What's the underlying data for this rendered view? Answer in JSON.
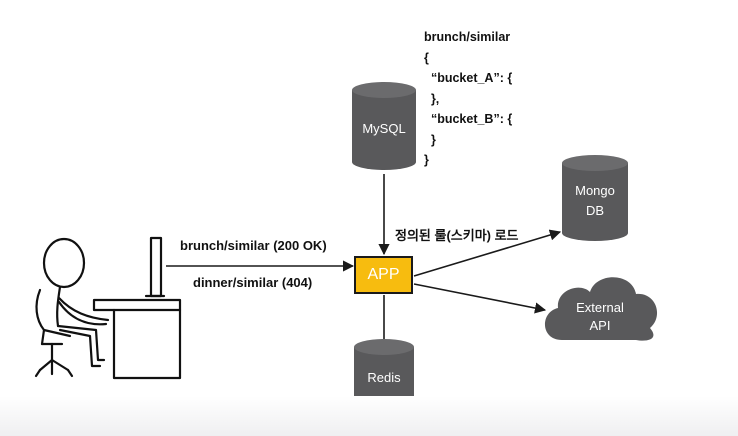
{
  "code_block": {
    "lines": [
      "brunch/similar",
      "{",
      "  “bucket_A”: {",
      "  },",
      "  “bucket_B”: {",
      "  }",
      "}"
    ]
  },
  "nodes": {
    "mysql": "MySQL",
    "mongo_line1": "Mongo",
    "mongo_line2": "DB",
    "external_line1": "External",
    "external_line2": "API",
    "redis": "Redis",
    "app": "APP"
  },
  "edges": {
    "load_rules": "정의된 룰(스키마) 로드",
    "brunch_request": "brunch/similar (200 OK)",
    "dinner_request": "dinner/similar (404)"
  },
  "colors": {
    "cylinder": "#59595b",
    "app_fill": "#f7bc0f",
    "line": "#1a1a1a"
  }
}
